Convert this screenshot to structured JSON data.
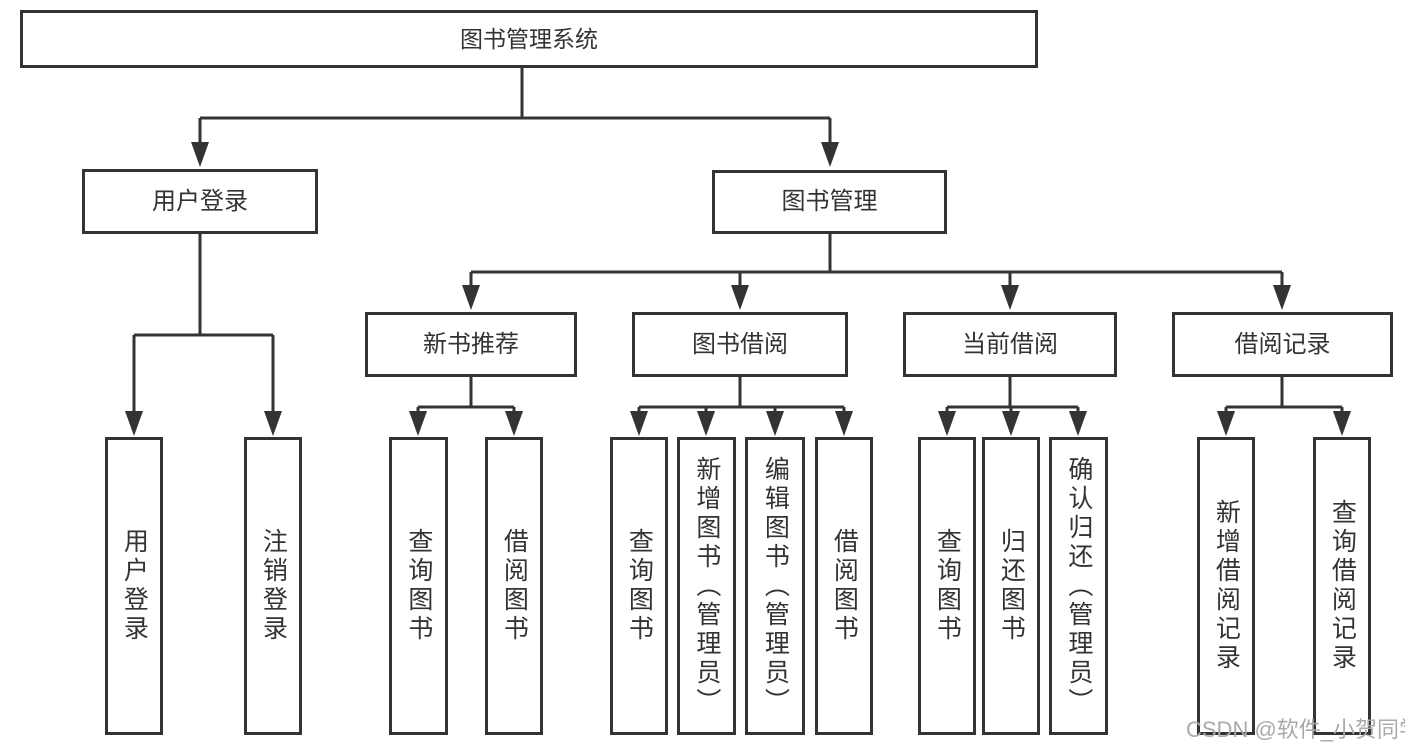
{
  "diagram": {
    "title": "图书管理系统",
    "tree": {
      "label": "图书管理系统",
      "children": [
        {
          "label": "用户登录",
          "children": [
            {
              "label": "用户登录"
            },
            {
              "label": "注销登录"
            }
          ]
        },
        {
          "label": "图书管理",
          "children": [
            {
              "label": "新书推荐",
              "children": [
                {
                  "label": "查询图书"
                },
                {
                  "label": "借阅图书"
                }
              ]
            },
            {
              "label": "图书借阅",
              "children": [
                {
                  "label": "查询图书"
                },
                {
                  "label": "新增图书（管理员）"
                },
                {
                  "label": "编辑图书（管理员）"
                },
                {
                  "label": "借阅图书"
                }
              ]
            },
            {
              "label": "当前借阅",
              "children": [
                {
                  "label": "查询图书"
                },
                {
                  "label": "归还图书"
                },
                {
                  "label": "确认归还（管理员）"
                }
              ]
            },
            {
              "label": "借阅记录",
              "children": [
                {
                  "label": "新增借阅记录"
                },
                {
                  "label": "查询借阅记录"
                }
              ]
            }
          ]
        }
      ]
    }
  },
  "watermark": {
    "text": "CSDN @软件_小贺同学"
  },
  "colors": {
    "line": "#333333",
    "box_border": "#333333",
    "box_fill": "#ffffff",
    "text": "#333333",
    "watermark": "#aaaaaa"
  }
}
